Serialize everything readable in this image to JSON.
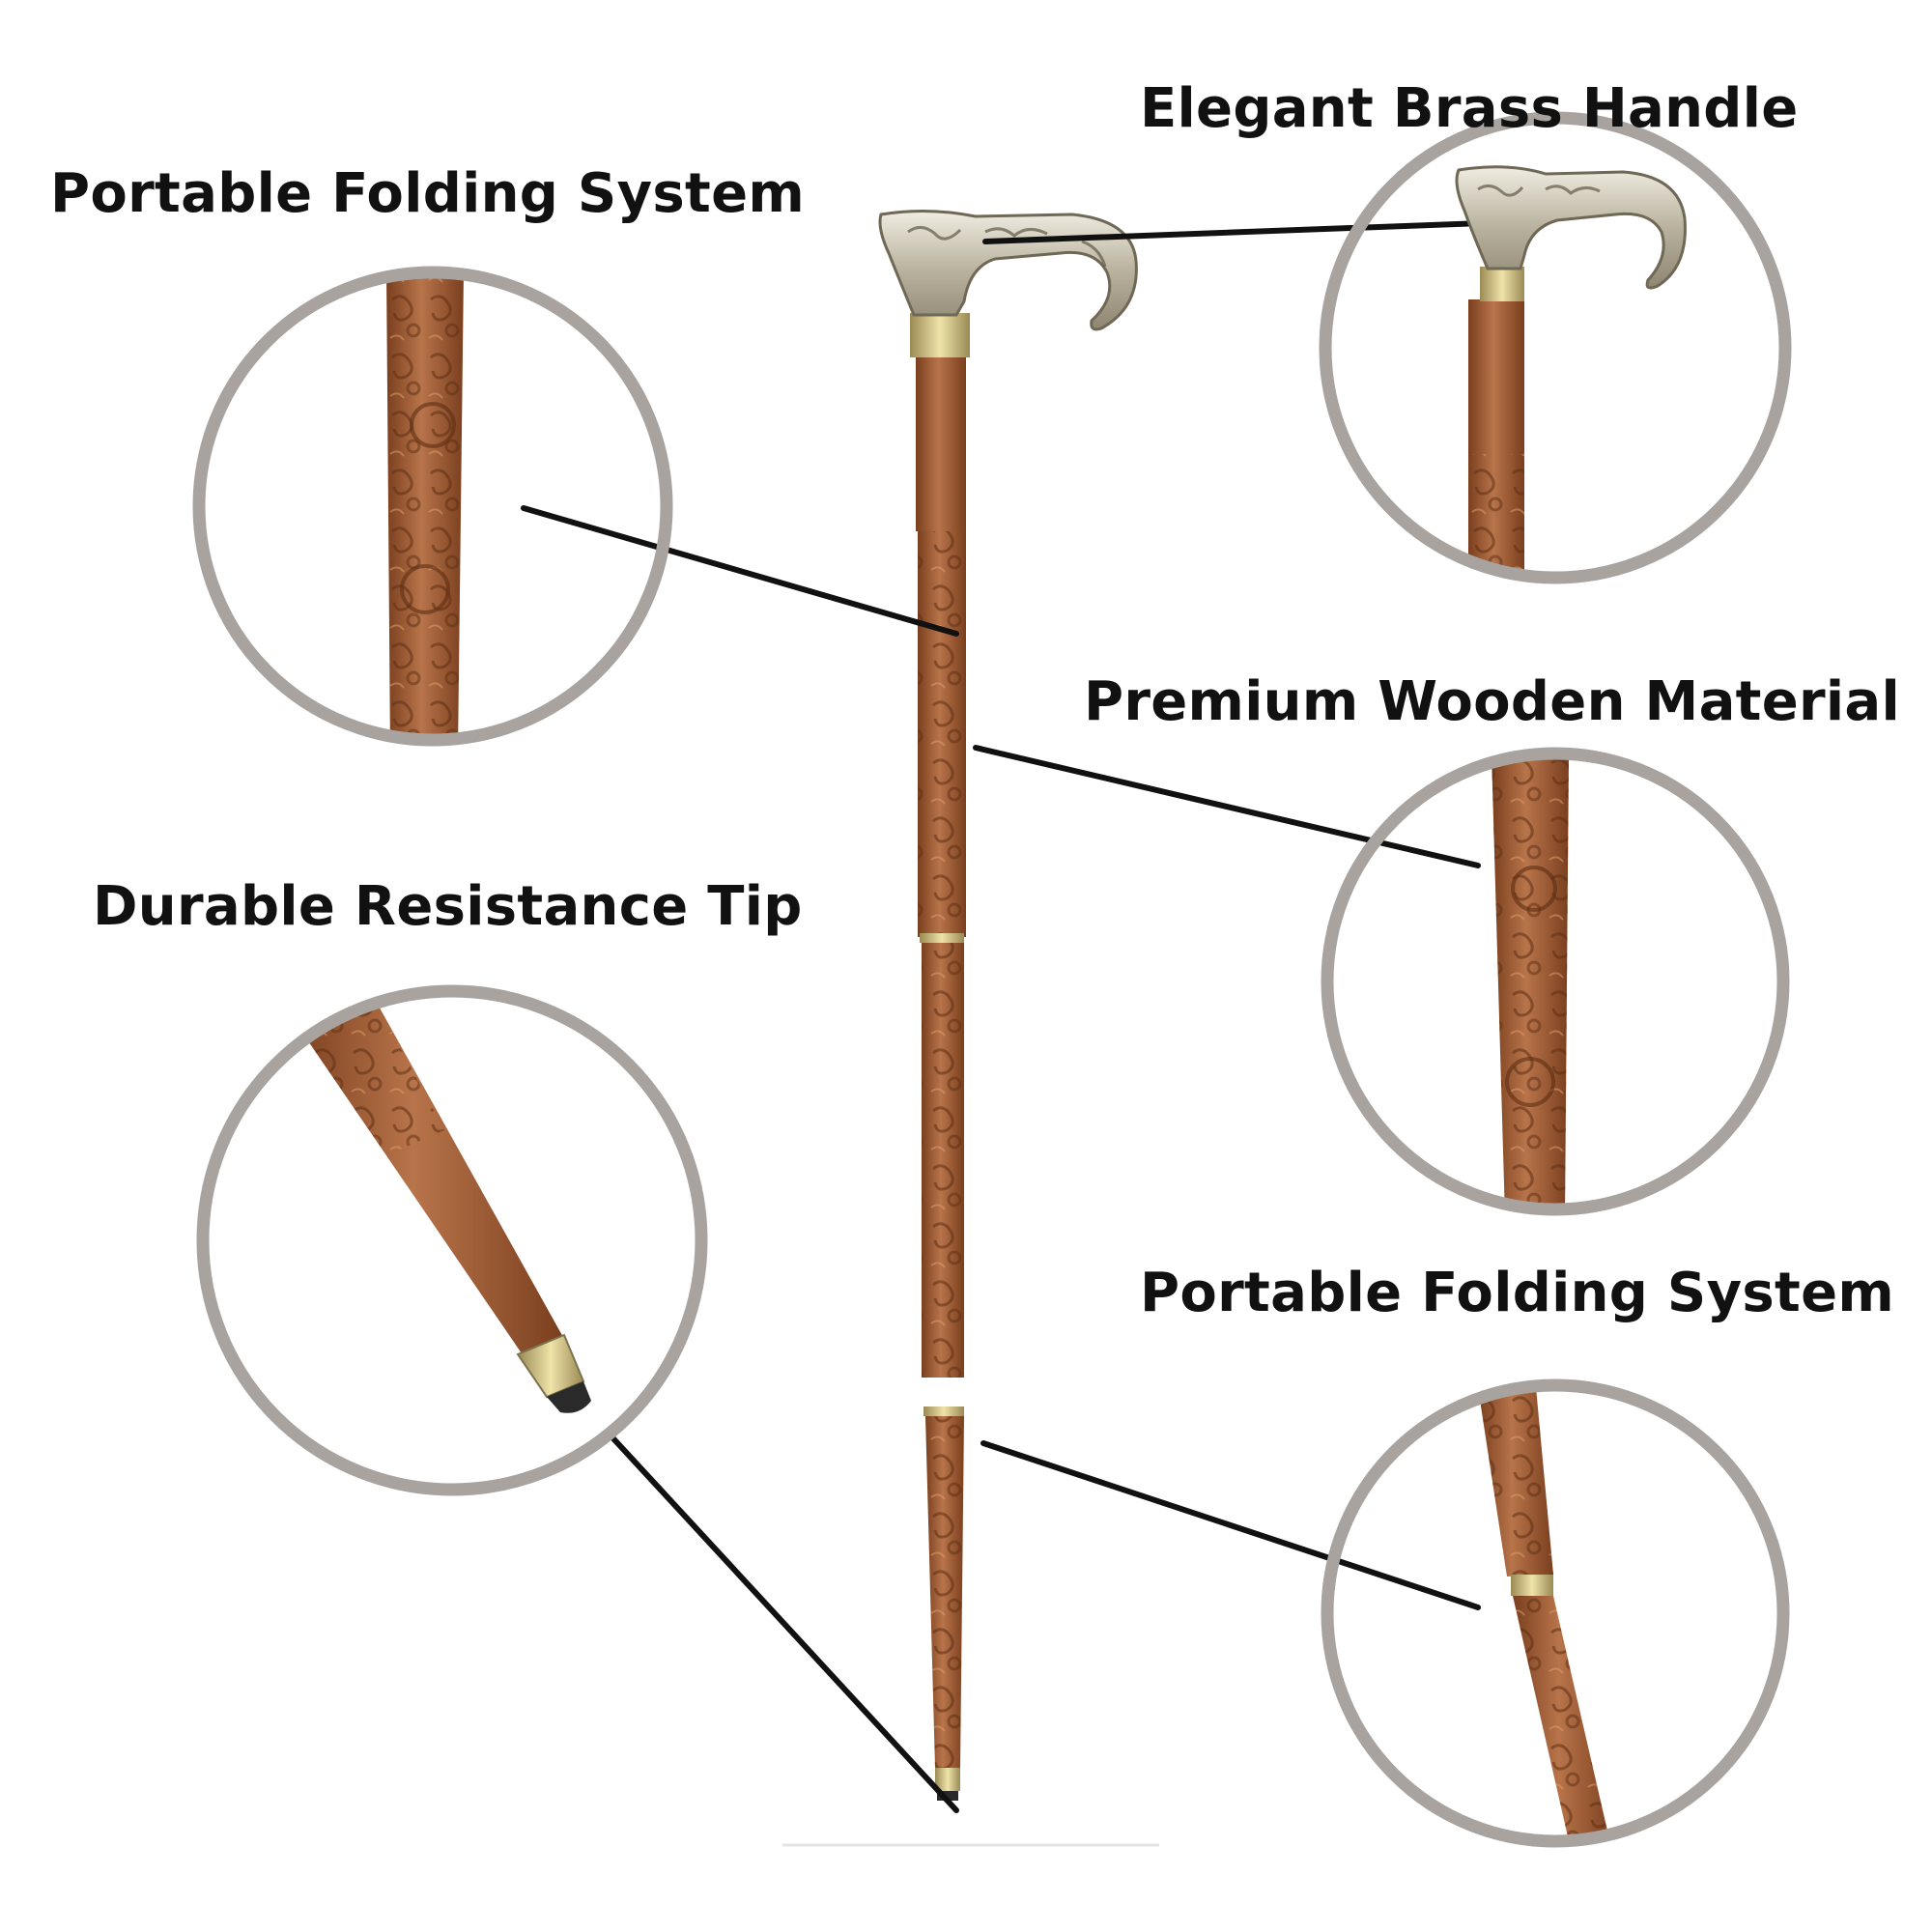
{
  "labels": {
    "handle": "Elegant Brass Handle",
    "folding_top": "Portable Folding System",
    "wood": "Premium Wooden Material",
    "tip": "Durable Resistance Tip",
    "folding_bottom": "Portable Folding System"
  },
  "colors": {
    "background": "#ffffff",
    "text": "#111111",
    "callout_ring": "#a8a39e",
    "leader_line": "#111111",
    "wood_dark": "#8a4a24",
    "wood_light": "#b8744a",
    "brass": "#cfc9b8",
    "brass_collar": "#c8b878"
  },
  "icons": [
    "walking-cane",
    "brass-handle",
    "carved-wood",
    "rubber-tip",
    "folding-joint"
  ]
}
